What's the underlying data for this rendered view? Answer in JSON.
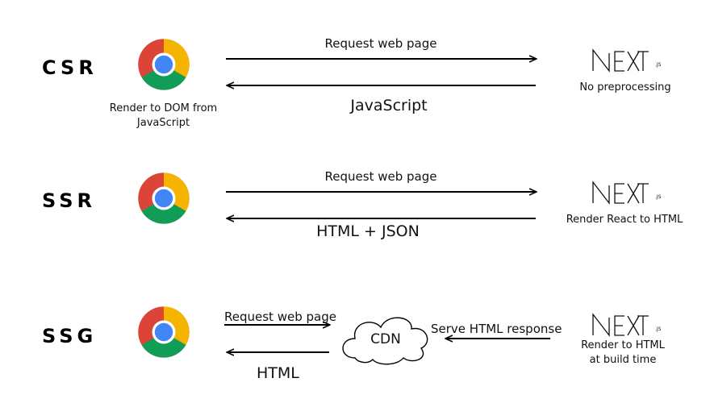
{
  "rows": {
    "csr": {
      "label": "CSR",
      "browser_caption_line1": "Render to DOM from",
      "browser_caption_line2": "JavaScript",
      "request_label": "Request web page",
      "response_label": "JavaScript",
      "server_caption": "No preprocessing"
    },
    "ssr": {
      "label": "SSR",
      "request_label": "Request web page",
      "response_label": "HTML + JSON",
      "server_caption": "Render React to HTML"
    },
    "ssg": {
      "label": "SSG",
      "request_label": "Request web page",
      "response_label": "HTML",
      "cdn_label": "CDN",
      "serve_label": "Serve HTML response",
      "server_caption_line1": "Render to HTML",
      "server_caption_line2": "at build time"
    }
  },
  "logo": {
    "name": "NEXT",
    "suffix": ".JS"
  },
  "icons": {
    "browser": "chrome-icon",
    "server": "nextjs-logo",
    "cloud": "cloud-icon"
  },
  "colors": {
    "chrome_red": "#DB4437",
    "chrome_green": "#0F9D58",
    "chrome_yellow": "#F4B400",
    "chrome_blue": "#4285F4",
    "line": "#000000"
  }
}
